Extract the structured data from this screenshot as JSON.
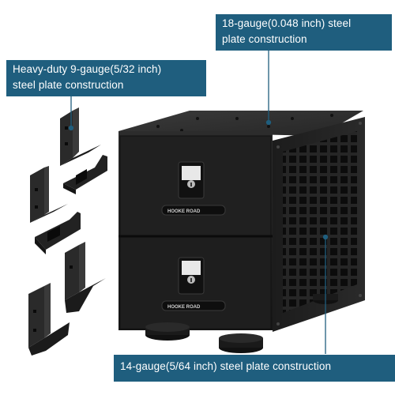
{
  "callouts": {
    "top": {
      "line1": "18-gauge(0.048 inch) steel",
      "line2": "plate construction"
    },
    "left": {
      "line1": "Heavy-duty 9-gauge(5/32 inch)",
      "line2": "steel plate construction"
    },
    "bottom": {
      "line1": "14-gauge(5/64 inch) steel plate construction"
    }
  },
  "product": {
    "drawer_brand": "HOOKE ROAD"
  },
  "colors": {
    "callout_bg": "#1f5e7e",
    "callout_text": "#ffffff",
    "leader_line": "#1f5e7e",
    "steel_dark": "#1b1b1b",
    "steel_mid": "#2b2b2b",
    "steel_light": "#3a3a3a"
  }
}
